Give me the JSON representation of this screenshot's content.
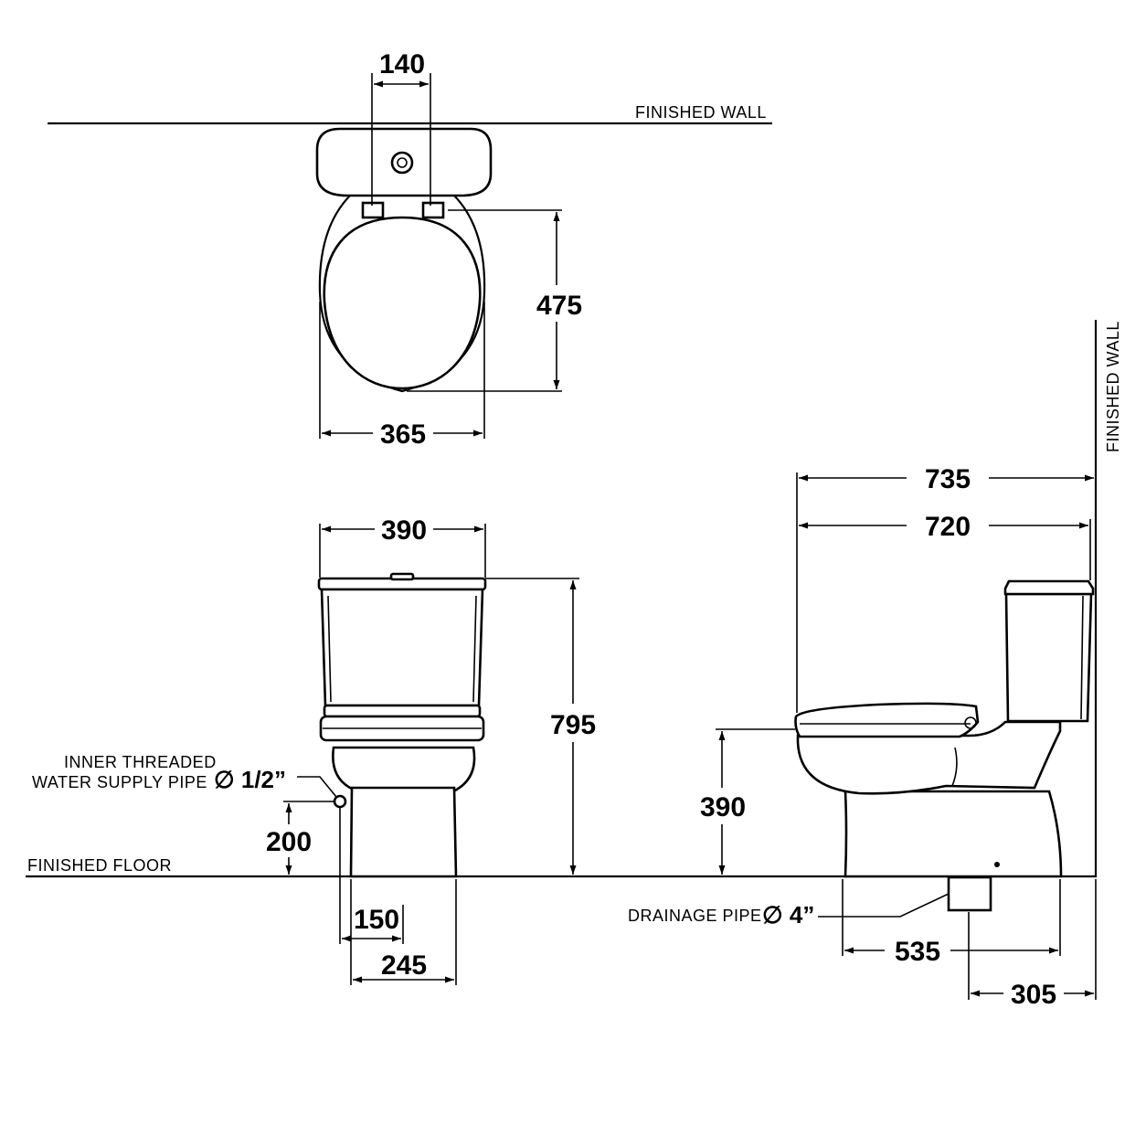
{
  "labels": {
    "finished_wall_top": "FINISHED WALL",
    "finished_wall_side": "FINISHED WALL",
    "finished_floor": "FINISHED FLOOR",
    "inner_threaded_line1": "INNER THREADED",
    "inner_threaded_line2": "WATER SUPPLY PIPE",
    "inner_threaded_size": "∅ 1/2”",
    "drainage_pipe": "DRAINAGE PIPE",
    "drainage_size": "∅ 4”"
  },
  "dimensions": {
    "top_tank_inlet_spacing": "140",
    "top_bowl_length": "475",
    "top_bowl_width": "365",
    "front_tank_width": "390",
    "front_total_height": "795",
    "front_supply_height": "200",
    "front_supply_offset": "150",
    "front_base_width": "245",
    "side_total_depth": "735",
    "side_body_depth": "720",
    "side_seat_height": "390",
    "side_base_depth": "535",
    "side_drain_to_wall": "305"
  }
}
